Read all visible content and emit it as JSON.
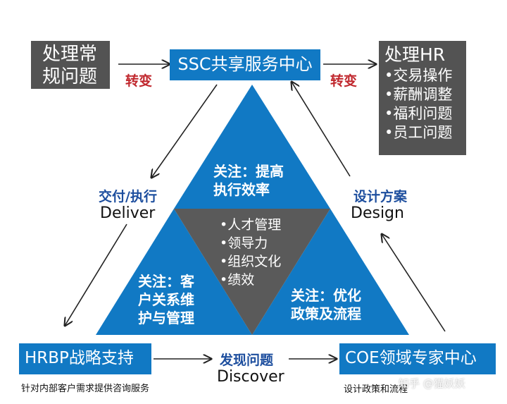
{
  "top_left_box": {
    "lines": [
      "处理常",
      "规问题"
    ]
  },
  "top_center_box": {
    "title": "SSC共享服务中心"
  },
  "top_right_box": {
    "title": "处理HR",
    "items": [
      "•交易操作",
      "•薪酬调整",
      "•福利问题",
      "•员工问题"
    ]
  },
  "transform_left": "转变",
  "transform_right": "转变",
  "deliver": {
    "zh": "交付/执行",
    "en": "Deliver"
  },
  "design": {
    "zh": "设计方案",
    "en": "Design"
  },
  "discover": {
    "zh": "发现问题",
    "en": "Discover"
  },
  "top_triangle": {
    "lines": [
      "关注：提高",
      "执行效率"
    ]
  },
  "left_triangle": {
    "lines": [
      "关注：客",
      "户关系维",
      "护与管理"
    ]
  },
  "right_triangle": {
    "lines": [
      "关注：优化",
      "政策及流程"
    ]
  },
  "center_triangle": {
    "items": [
      "•人才管理",
      "•领导力",
      "•组织文化",
      "•绩效"
    ]
  },
  "hrbp_box": {
    "title": "HRBP战略支持",
    "caption": "针对内部客户需求提供咨询服务"
  },
  "coe_box": {
    "title": "COE领域专家中心",
    "caption": "设计政策和流程"
  },
  "watermark": "知乎 @猫妖妖",
  "colors": {
    "blue": "#1179c4",
    "gray": "#535353",
    "dark_triangle": "#5a5a5a",
    "red": "#c0272d",
    "navy": "#1d4e9e"
  }
}
